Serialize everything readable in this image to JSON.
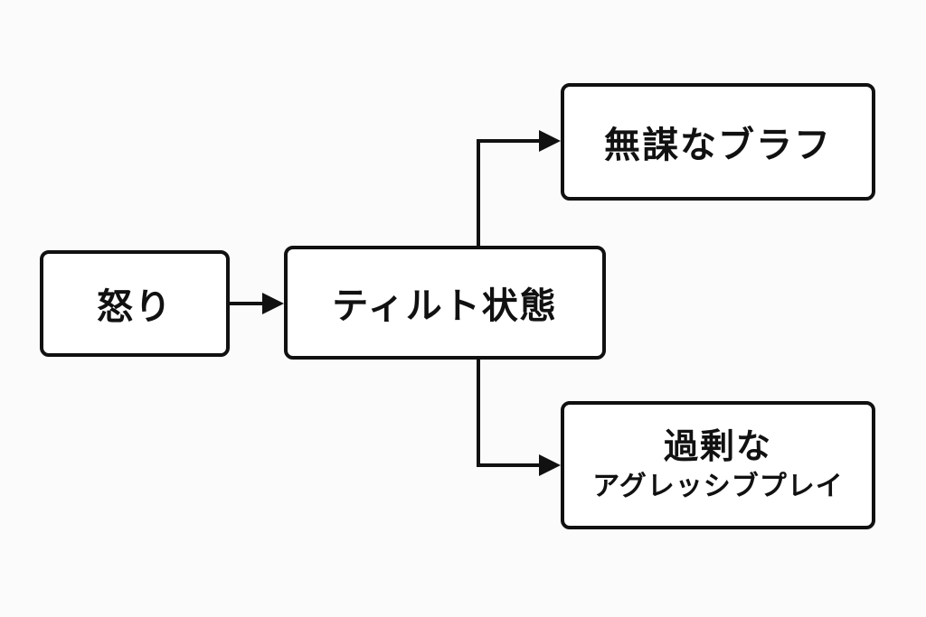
{
  "diagram": {
    "nodes": {
      "anger": {
        "label": "怒り"
      },
      "tilt": {
        "label": "ティルト状態"
      },
      "bluff": {
        "label": "無謀なブラフ"
      },
      "aggro": {
        "line1": "過剰な",
        "line2": "アグレッシブプレイ"
      }
    },
    "edges": [
      {
        "from": "anger",
        "to": "tilt"
      },
      {
        "from": "tilt",
        "to": "bluff"
      },
      {
        "from": "tilt",
        "to": "aggro"
      }
    ],
    "colors": {
      "stroke": "#111111",
      "node_fill": "#ffffff",
      "background": "#fbfbfb"
    }
  }
}
